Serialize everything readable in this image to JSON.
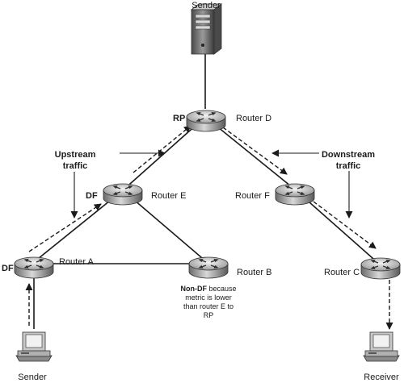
{
  "labels": {
    "sender_top": "Sender",
    "sender_bottom": "Sender",
    "receiver": "Receiver",
    "rp": "RP",
    "router_d": "Router D",
    "router_e": "Router E",
    "router_f": "Router F",
    "router_a": "Router A",
    "router_b": "Router B",
    "router_c": "Router C",
    "df_e": "DF",
    "df_a": "DF",
    "upstream_1": "Upstream",
    "upstream_2": "traffic",
    "downstream_1": "Downstream",
    "downstream_2": "traffic",
    "nondf_bold": "Non-DF",
    "nondf_rest": " because",
    "nondf_2": "metric is lower",
    "nondf_3": "than router E to",
    "nondf_4": "RP"
  },
  "icons": {
    "server": "server-icon",
    "router": "router-icon",
    "workstation": "workstation-icon"
  },
  "colors": {
    "line": "#1a1a1a",
    "device_light": "#e8e8e8",
    "device_dark": "#555555"
  }
}
